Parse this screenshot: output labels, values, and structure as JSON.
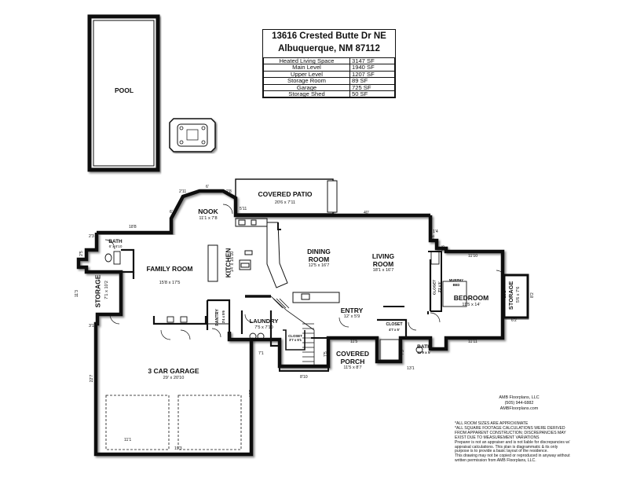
{
  "address": {
    "line1": "13616 Crested Butte Dr NE",
    "line2": "Albuquerque, NM 87112"
  },
  "areas": [
    {
      "label": "Heated Living Space",
      "value": "3147 SF"
    },
    {
      "label": "Main Level",
      "value": "1940 SF"
    },
    {
      "label": "Upper Level",
      "value": "1207 SF"
    },
    {
      "label": "Storage Room",
      "value": "89 SF"
    },
    {
      "label": "Garage",
      "value": "725 SF"
    },
    {
      "label": "Storage Shed",
      "value": "50 SF"
    }
  ],
  "rooms": {
    "pool": {
      "name": "POOL"
    },
    "patio": {
      "name": "COVERED PATIO",
      "size": "20'6 x 7'11"
    },
    "nook": {
      "name": "NOOK",
      "size": "11'1 x 7'8"
    },
    "bath_upper": {
      "name": "BATH",
      "size": "6' x 6'10"
    },
    "family": {
      "name": "FAMILY ROOM",
      "size": "15'8 x 17'5"
    },
    "kitchen": {
      "name": "KITCHEN",
      "size": "14' x 16'10"
    },
    "dining": {
      "name": "DINING ROOM",
      "size": "12'5 x 16'7"
    },
    "living": {
      "name": "LIVING ROOM",
      "size": "18'1 x 16'7"
    },
    "storage_left": {
      "name": "STORAGE",
      "size": "7'1 x 10'2"
    },
    "storage_right": {
      "name": "STORAGE",
      "size": "5'6 x 7'6"
    },
    "pantry": {
      "name": "PANTRY",
      "size": "3'4 x 5'6"
    },
    "laundry": {
      "name": "LAUNDRY",
      "size": "7'5 x 7'10"
    },
    "closet_laundry": {
      "name": "CLOSET",
      "size": "3'7 x 5'1"
    },
    "entry": {
      "name": "ENTRY",
      "size": "12' x 5'9"
    },
    "closet_entry": {
      "name": "CLOSET",
      "size": "4'7 x 5'"
    },
    "closet_bed": {
      "name": "CLOSET",
      "size": "2'2 x 5'"
    },
    "murphy": {
      "name": "MURPHY",
      "size": "BED"
    },
    "bedroom": {
      "name": "BEDROOM",
      "size": "11'5 x 14'"
    },
    "bath_lower": {
      "name": "BATH",
      "size": "11'9 x 5'"
    },
    "porch": {
      "name": "COVERED PORCH",
      "size": "11'5 x 8'7"
    },
    "garage": {
      "name": "3 CAR GARAGE",
      "size": "29' x 20'10"
    }
  },
  "dims": {
    "d40": "40'",
    "d18_8": "18'8",
    "d11_10": "11'10",
    "d11_5": "11'5",
    "d11_11": "11'11",
    "d13_1": "13'1",
    "d8_10": "8'10",
    "d19_3": "19'3",
    "d11_1": "11'1",
    "d22_7": "22'7",
    "d13_5": "13'5",
    "d11_3": "11'3",
    "d3_1": "3'1",
    "d8_2": "8'2",
    "d6_2": "6'2",
    "d7_1": "7'1",
    "d7_5": "7'5",
    "d2_11": "2'11",
    "d6": "6'",
    "d2_8": "2'8",
    "d6b": "6'",
    "d5_11": "5'11",
    "d2_3": "2'3",
    "d2_5": "2'5",
    "d1_4": "1'4",
    "d5_6": "5'6",
    "d13_2": "13'2",
    "d5_8": "5'8",
    "d4": "4'",
    "d7_3": "7'3"
  },
  "company": {
    "name": "AMB Floorplans, LLC",
    "phone": "(505) 944-6882",
    "web": "AMBFloorplans.com"
  },
  "notes": [
    "*ALL ROOM SIZES ARE APPROXIMATE",
    "*ALL SQUARE FOOTAGE CALCULATIONS WERE DERIVED",
    "FROM APPARENT CONSTRUCTION; DISCREPANCIES MAY",
    "EXIST DUE TO MEASUREMENT VARIATIONS",
    "Preparer is not an appraiser and is not liable for discrepancies w/",
    "appraisal calculations.  This plan is diagrammatic & its only",
    "purpose is to provide a basic layout of the residence.",
    "This drawing may not be copied or reproduced in anyway without",
    "written permission from AMB Floorplans, LLC."
  ]
}
